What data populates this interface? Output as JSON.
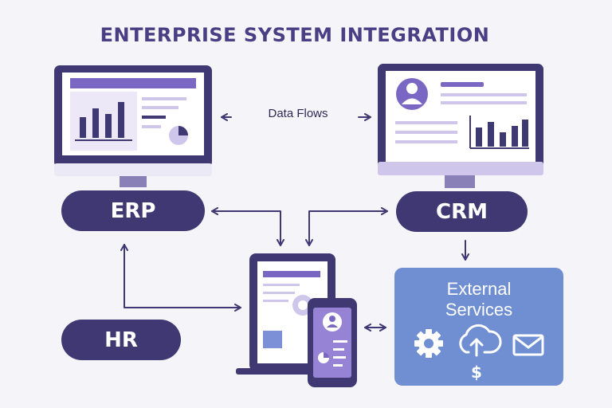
{
  "title": "ENTERPRISE SYSTEM INTEGRATION",
  "flow_label": "Data Flows",
  "nodes": {
    "erp": "ERP",
    "crm": "CRM",
    "hr": "HR"
  },
  "external": {
    "line1": "External",
    "line2": "Services",
    "currency_symbol": "$",
    "icons": [
      "gear-icon",
      "cloud-upload-icon",
      "mail-icon"
    ]
  },
  "colors": {
    "primary_dark": "#3f3872",
    "accent_purple": "#7a67c4",
    "light_purple": "#cfc6ec",
    "external_blue": "#6f8fd2",
    "background": "#f5f4f9"
  }
}
